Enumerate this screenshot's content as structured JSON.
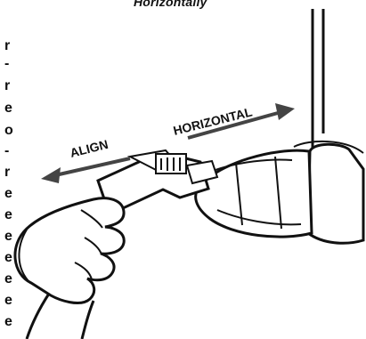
{
  "figure": {
    "caption_partial": "Horizontally",
    "labels": {
      "align": "ALIGN",
      "horizontal": "HORIZONTAL"
    },
    "icons": [
      "hand-icon",
      "wrench-icon",
      "pipe-fitting-icon",
      "arrow-left-icon",
      "arrow-right-icon"
    ]
  },
  "left_margin": {
    "glyphs": [
      "r",
      "-",
      "r",
      "e",
      "o",
      "-",
      "r",
      "e",
      "e",
      "e",
      "e",
      "e",
      "e",
      "e"
    ]
  }
}
